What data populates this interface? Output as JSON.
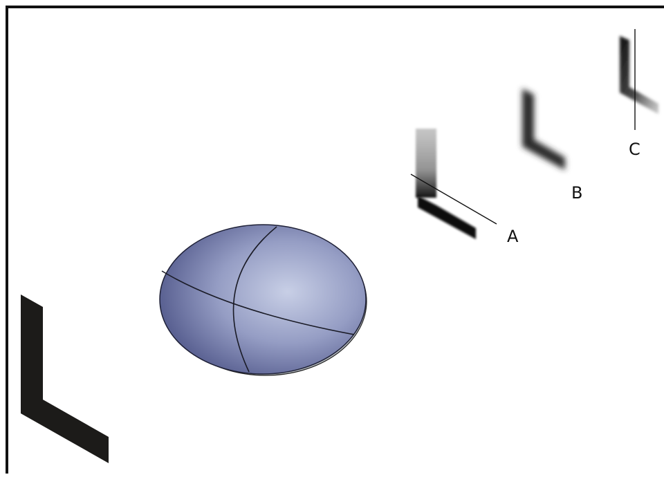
{
  "diagram": {
    "labels": {
      "a": "A",
      "b": "B",
      "c": "C"
    },
    "colors": {
      "background": "#ffffff",
      "frame": "#111111",
      "shape_dark": "#1c1b19",
      "lens_light": "#c4cbe4",
      "lens_mid": "#8890b8",
      "lens_dark": "#4a5080",
      "lens_rim": "#b6bcc0",
      "line": "#111111"
    }
  }
}
